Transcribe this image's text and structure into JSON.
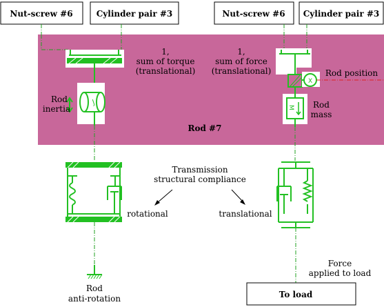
{
  "boxes": {
    "nut_screw_left": "Nut-screw #6",
    "cylinder_left": "Cylinder pair #3",
    "nut_screw_right": "Nut-screw #6",
    "cylinder_right": "Cylinder pair #3",
    "to_load": "To load"
  },
  "rod_panel": {
    "title": "Rod #7",
    "color": "#c8679a",
    "left_sum_line1": "1,",
    "left_sum_line2": "sum of torque",
    "left_sum_line3": "(translational)",
    "right_sum_line1": "1,",
    "right_sum_line2": "sum of force",
    "right_sum_line3": "(translational)",
    "rod_inertia_line1": "Rod",
    "rod_inertia_line2": "inertia",
    "rod_mass_line1": "Rod",
    "rod_mass_line2": "mass",
    "rod_position": "Rod position",
    "inertia_symbol": "J",
    "mass_symbol": "M",
    "sensor_symbol": "X"
  },
  "compliance": {
    "title_line1": "Transmission",
    "title_line2": "structural compliance",
    "rotational": "rotational",
    "translational": "translational"
  },
  "bottom": {
    "anti_rotation_line1": "Rod",
    "anti_rotation_line2": "anti-rotation",
    "force_line1": "Force",
    "force_line2": "applied to load"
  },
  "colors": {
    "component_green": "#22c022",
    "signal_red": "#dd2222",
    "panel_magenta": "#c8679a"
  }
}
